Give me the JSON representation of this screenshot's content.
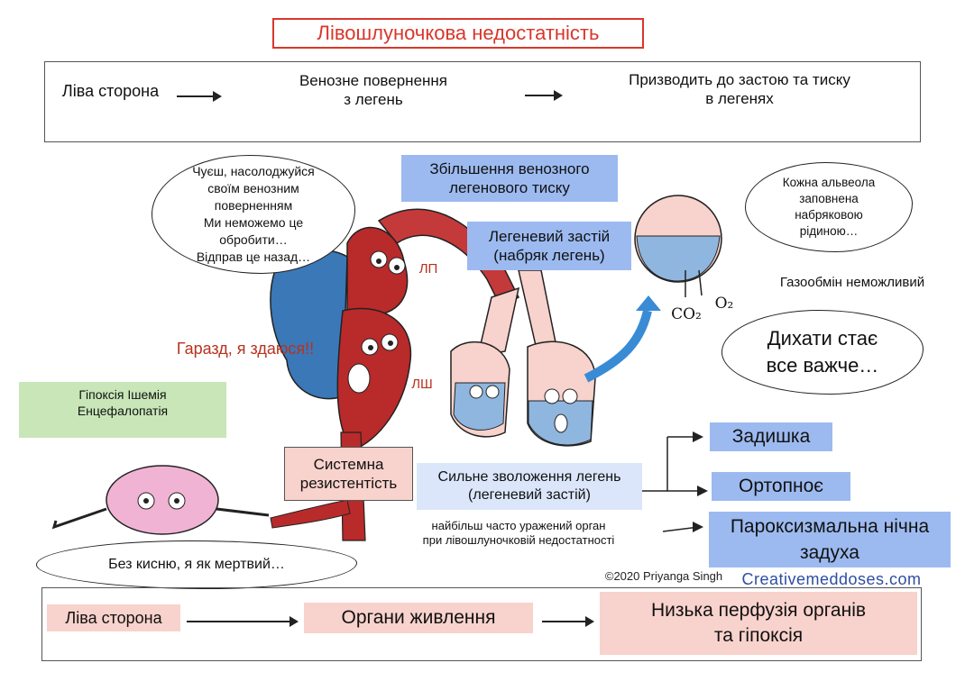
{
  "title": "Лівошлуночкова недостатність",
  "top_band": {
    "left_label": "Ліва сторона",
    "middle_line1": "Венозне повернення",
    "middle_line2": "з легень",
    "right_line1": "Призводить до застою та тиску",
    "right_line2": "в легенях"
  },
  "heart_bubble": {
    "lines": [
      "Чуєш, насолоджуйся",
      "своїм венозним",
      "поверненням",
      "Ми неможемо це",
      "обробити…",
      "Відправ це назад…"
    ]
  },
  "venous_pressure": {
    "line1": "Збільшення венозного",
    "line2": "легенового тиску"
  },
  "pulmonary_congestion": {
    "line1": "Легеневий застій",
    "line2": "(набряк легень)"
  },
  "labels": {
    "lp": "ЛП",
    "lsh": "ЛШ"
  },
  "give_up": "Гаразд, я здаюся!!",
  "alveola_bubble": {
    "lines": [
      "Кожна альвеола",
      "заповнена",
      "набряковою",
      "рідиною…"
    ]
  },
  "gas_labels": {
    "co2": "CO₂",
    "o2": "O₂"
  },
  "gas_exchange": "Газообмін неможливий",
  "breathing_bubble": {
    "line1": "Дихати стає",
    "line2": "все важче…"
  },
  "hypoxia_box": {
    "line1": "Гіпоксія Ішемія",
    "line2": "Енцефалопатія"
  },
  "systemic_box": {
    "line1": "Системна",
    "line2": "резистентість"
  },
  "lung_wetting": {
    "line1": "Сильне зволоження легень",
    "line2": "(легеневий застій)"
  },
  "organ_note": {
    "line1": "найбільш часто уражений орган",
    "line2": "при лівошлуночковій недостатності"
  },
  "symptoms": [
    "Задишка",
    "Ортопноє",
    "Пароксизмальна нічна задуха"
  ],
  "brain_bubble": "Без кисню, я як мертвий…",
  "copyright": "©2020 Priyanga Singh",
  "site": "Creativemeddoses.com",
  "bottom_band": {
    "left_label": "Ліва сторона",
    "middle": "Органи живлення",
    "right_line1": "Низька перфузія органів",
    "right_line2": "та гіпоксія"
  },
  "colors": {
    "accent_red": "#d9362b",
    "heart_red": "#b92a2a",
    "vein_blue": "#3a78b8",
    "symptom_blue": "#9cbaf0",
    "pink": "#f8d2cc",
    "green": "#c8e6b8"
  }
}
